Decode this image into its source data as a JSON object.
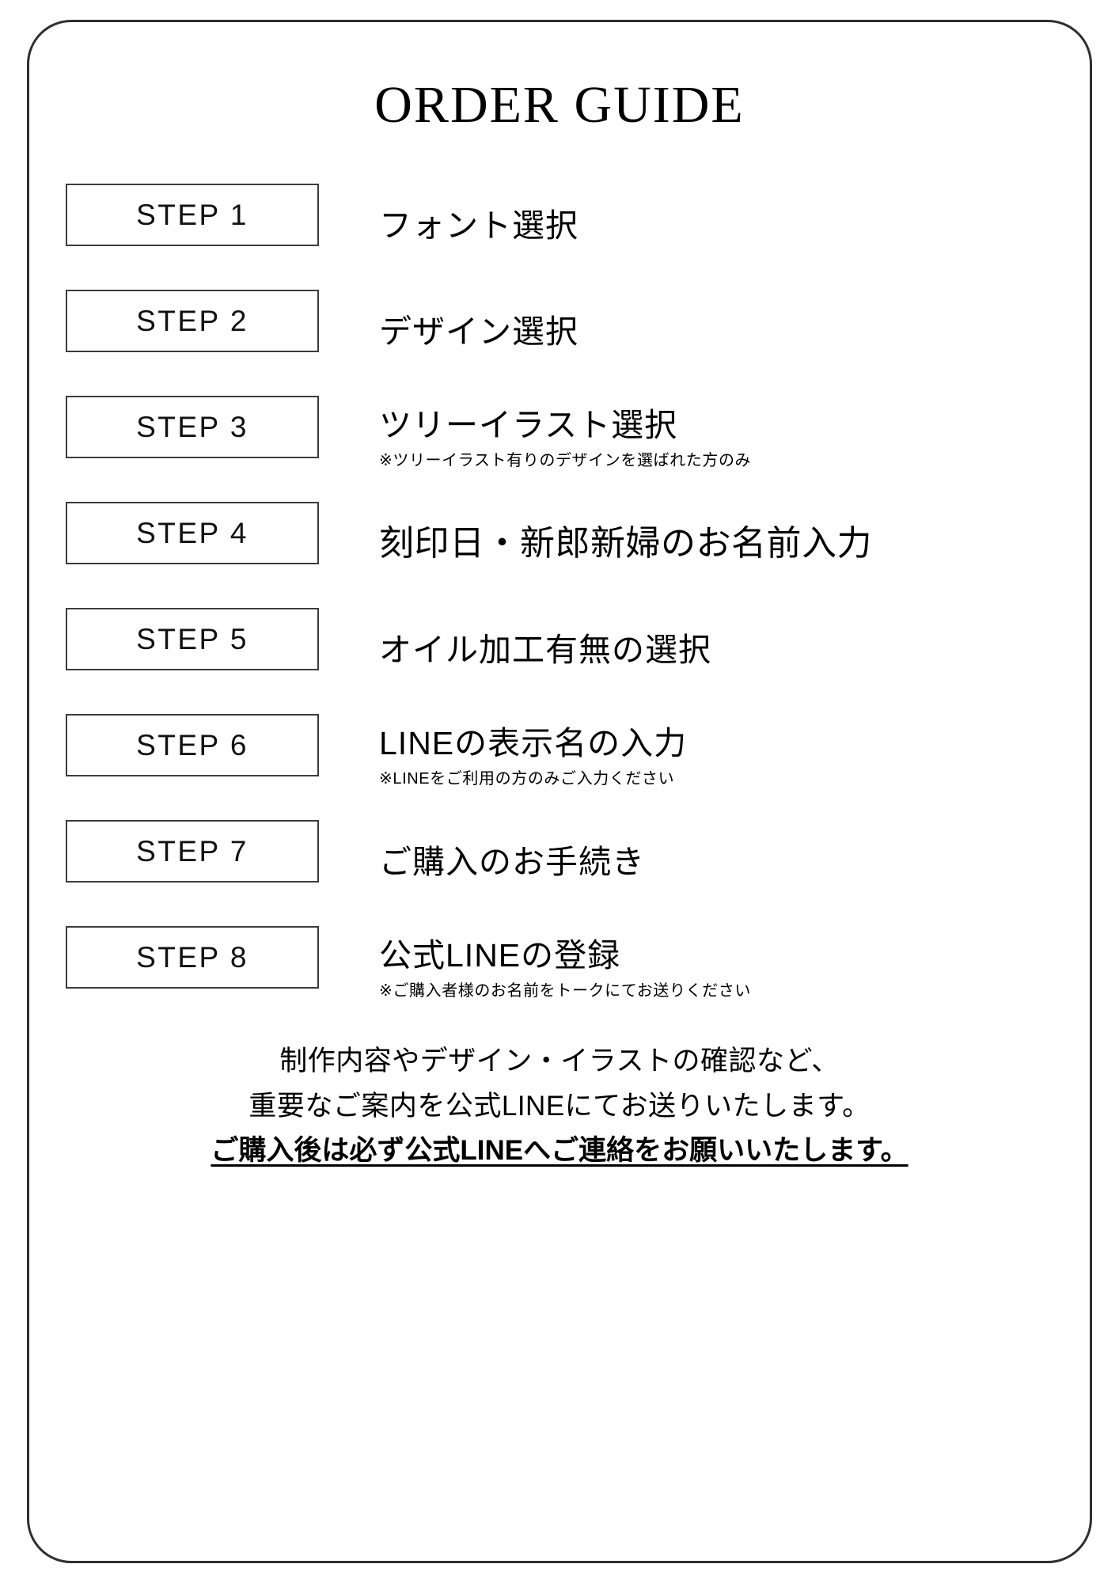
{
  "page": {
    "title": "ORDER GUIDE",
    "border_color": "#2f2f2f",
    "background_color": "#ffffff",
    "text_color": "#000000"
  },
  "steps": [
    {
      "box_label": "STEP 1",
      "main": "フォント選択",
      "note": ""
    },
    {
      "box_label": "STEP 2",
      "main": "デザイン選択",
      "note": ""
    },
    {
      "box_label": "STEP 3",
      "main": "ツリーイラスト選択",
      "note": "※ツリーイラスト有りのデザインを選ばれた方のみ"
    },
    {
      "box_label": "STEP 4",
      "main": "刻印日・新郎新婦のお名前入力",
      "note": ""
    },
    {
      "box_label": "STEP 5",
      "main": "オイル加工有無の選択",
      "note": ""
    },
    {
      "box_label": "STEP 6",
      "main": "LINEの表示名の入力",
      "note": "※LINEをご利用の方のみご入力ください"
    },
    {
      "box_label": "STEP 7",
      "main": "ご購入のお手続き",
      "note": ""
    },
    {
      "box_label": "STEP 8",
      "main": "公式LINEの登録",
      "note": "※ご購入者様のお名前をトークにてお送りください"
    }
  ],
  "footer": {
    "line1": "制作内容やデザイン・イラストの確認など、",
    "line2": "重要なご案内を公式LINEにてお送りいたします。",
    "line3": "ご購入後は必ず公式LINEへご連絡をお願いいたします。"
  }
}
